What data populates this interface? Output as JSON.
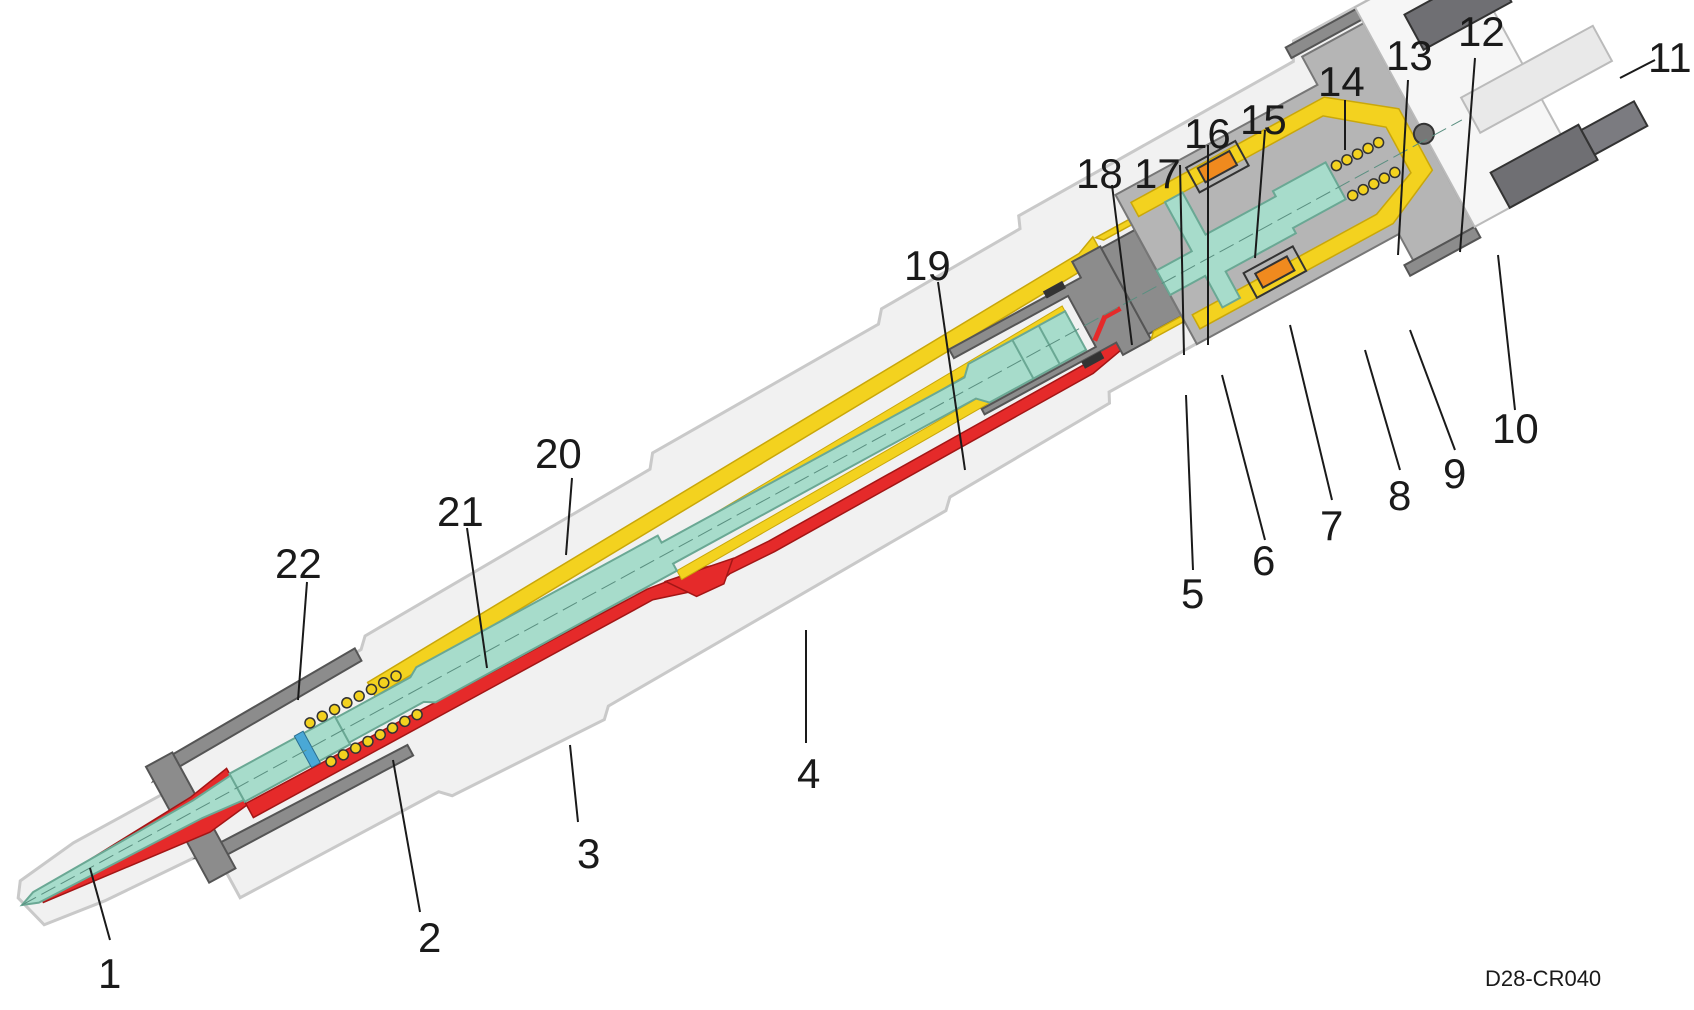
{
  "figure": {
    "code": "D28-CR040"
  },
  "callouts": [
    "1",
    "2",
    "3",
    "4",
    "5",
    "6",
    "7",
    "8",
    "9",
    "10",
    "11",
    "12",
    "13",
    "14",
    "15",
    "16",
    "17",
    "18",
    "19",
    "20",
    "21",
    "22"
  ],
  "colors": {
    "housing": "#f1f1f1",
    "housing_outline": "#c9c9c9",
    "high_pressure": "#e52a2a",
    "return_fuel": "#f3d21f",
    "moving_parts": "#a7dccb",
    "moving_parts_outline": "#6aa894",
    "solenoid_body": "#b5b5b5",
    "coil": "#f08a1e",
    "metal_dark": "#8c8c8c",
    "ink": "#1a1a1a"
  }
}
